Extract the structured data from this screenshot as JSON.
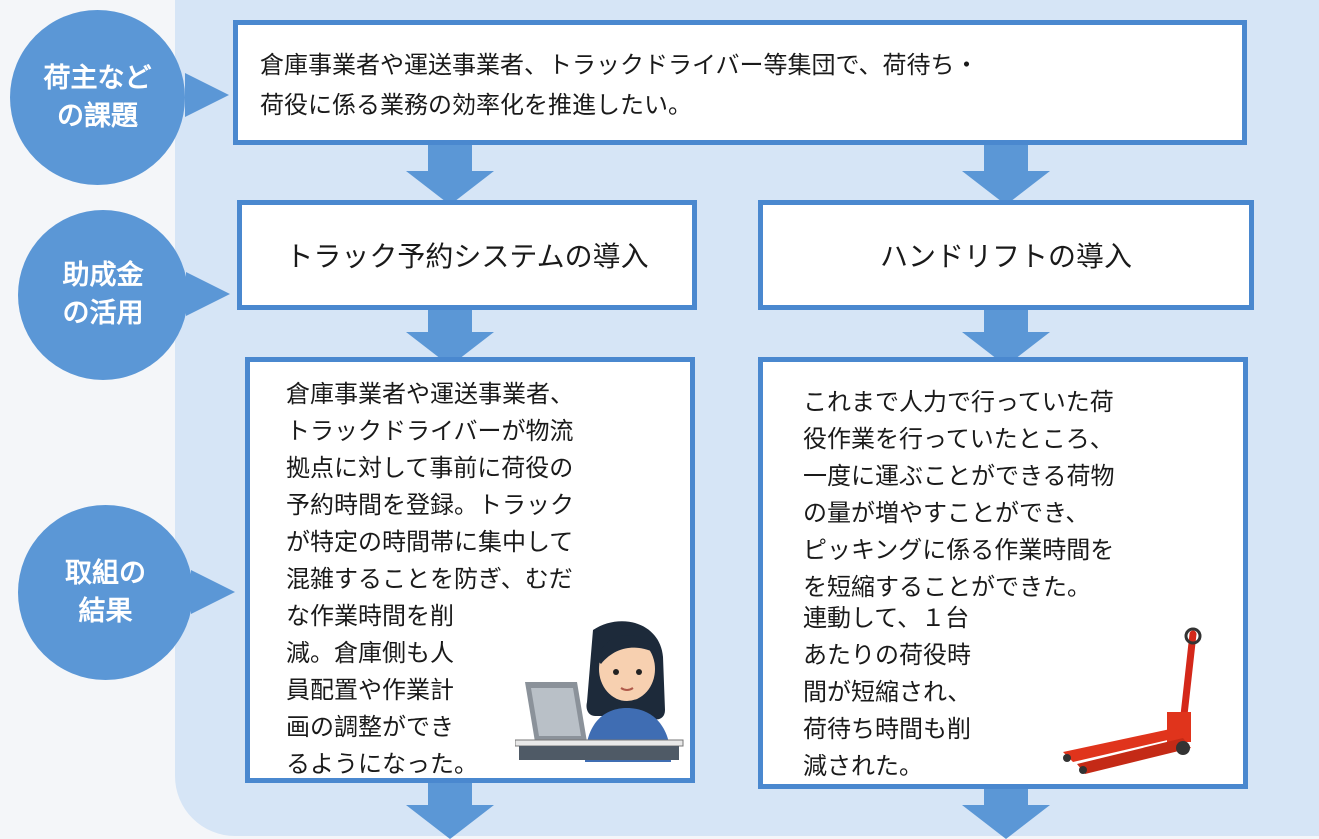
{
  "labels": {
    "issue": "荷主など\nの課題",
    "subsidy": "助成金\nの活用",
    "result": "取組の\n結果"
  },
  "issue_text": "倉庫事業者や運送事業者、トラックドライバー等集団で、荷待ち・\n荷役に係る業務の効率化を推進したい。",
  "measures": {
    "left": "トラック予約システムの導入",
    "right": "ハンドリフトの導入"
  },
  "results": {
    "left_main": "倉庫事業者や運送事業者、\nトラックドライバーが物流\n拠点に対して事前に荷役の\n予約時間を登録。トラック\nが特定の時間帯に集中して\n混雑することを防ぎ、むだ",
    "left_tail": "な作業時間を削\n減。倉庫側も人\n員配置や作業計\n画の調整ができ\nるようになった。",
    "right_main": "これまで人力で行っていた荷\n役作業を行っていたところ、\n一度に運ぶことができる荷物\nの量が増やすことができ、\nピッキングに係る作業時間を\nを短縮することができた。",
    "right_tail": "連動して、１台\nあたりの荷役時\n間が短縮され、\n荷待ち時間も削\n減された。"
  },
  "icons": {
    "person": "person-at-laptop-icon",
    "handlift": "hand-pallet-truck-icon"
  },
  "colors": {
    "accent": "#5b97d6",
    "border": "#4a88cf",
    "panel": "#d6e5f6",
    "lift": "#e0341c"
  }
}
